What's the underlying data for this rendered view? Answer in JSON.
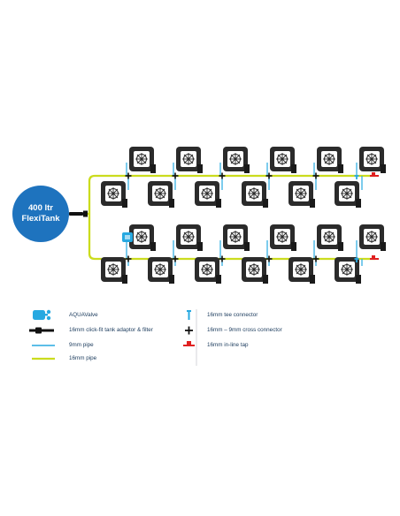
{
  "tank": {
    "line1": "400 ltr",
    "line2": "FlexiTank"
  },
  "legend": {
    "left": [
      {
        "id": "aquavalve",
        "icon": "aquavalve-icon",
        "label": "AQUAValve"
      },
      {
        "id": "adaptor",
        "icon": "tank-adaptor-filter-icon",
        "label": "16mm click-fit tank adaptor & filter"
      },
      {
        "id": "pipe9",
        "icon": "9mm-pipe-line",
        "label": "9mm pipe"
      },
      {
        "id": "pipe16",
        "icon": "16mm-pipe-line",
        "label": "16mm pipe"
      }
    ],
    "right": [
      {
        "id": "tee",
        "icon": "tee-connector-icon",
        "label": "16mm tee connector"
      },
      {
        "id": "cross",
        "icon": "cross-connector-icon",
        "label": "16mm – 9mm cross connector"
      },
      {
        "id": "tap",
        "icon": "inline-tap-icon",
        "label": "16mm in-line tap"
      }
    ]
  },
  "colors": {
    "tank": "#1e73be",
    "pipe16": "#cbdc1e",
    "pipe9": "#27a9e1",
    "pot": "#2b2b2b",
    "tray": "#1a1a1a",
    "tap": "#e02020",
    "text": "#1a3a5c"
  }
}
